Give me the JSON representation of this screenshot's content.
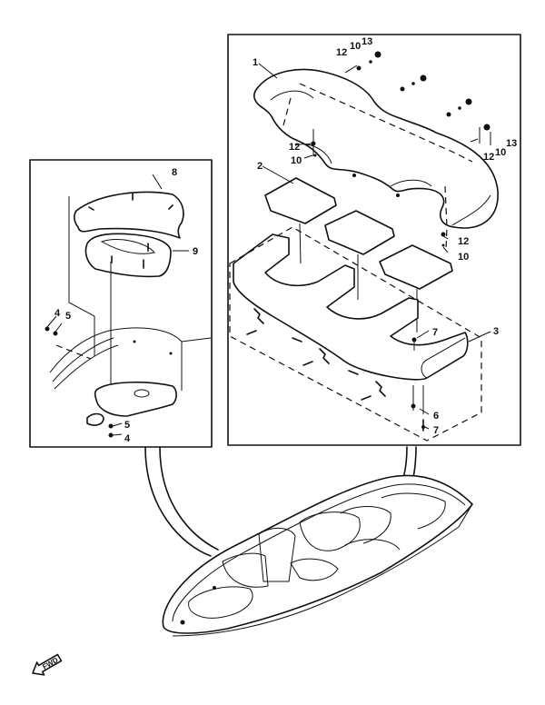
{
  "diagram": {
    "type": "exploded-parts-diagram",
    "subject": "Boat seats assembly",
    "direction_marker": "FWD",
    "panels": [
      {
        "name": "rear-seat-assembly",
        "callouts": [
          {
            "id": "1",
            "part": "rear-seat-cushion"
          },
          {
            "id": "2",
            "part": "seat-bottom-cushion"
          },
          {
            "id": "3",
            "part": "seat-base-frame"
          },
          {
            "id": "6",
            "part": "clip"
          },
          {
            "id": "7",
            "part": "screw"
          },
          {
            "id": "7",
            "part": "screw"
          },
          {
            "id": "10",
            "part": "washer"
          },
          {
            "id": "10",
            "part": "washer"
          },
          {
            "id": "10",
            "part": "washer"
          },
          {
            "id": "10",
            "part": "washer"
          },
          {
            "id": "12",
            "part": "bolt"
          },
          {
            "id": "12",
            "part": "bolt"
          },
          {
            "id": "12",
            "part": "bolt"
          },
          {
            "id": "12",
            "part": "bolt"
          },
          {
            "id": "13",
            "part": "nut"
          },
          {
            "id": "13",
            "part": "nut"
          }
        ]
      },
      {
        "name": "front-seat-assembly",
        "callouts": [
          {
            "id": "4",
            "part": "nut"
          },
          {
            "id": "4",
            "part": "nut"
          },
          {
            "id": "5",
            "part": "washer"
          },
          {
            "id": "5",
            "part": "washer"
          },
          {
            "id": "8",
            "part": "backrest-cushion"
          },
          {
            "id": "9",
            "part": "seat-cushion"
          }
        ]
      }
    ]
  }
}
